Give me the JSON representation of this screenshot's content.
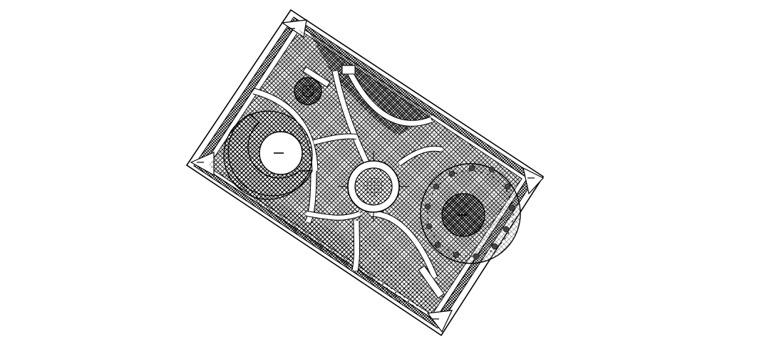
{
  "figure": {
    "description_visible_text": "",
    "colors": {
      "ink": "#000000",
      "paper": "#ffffff",
      "mid_hatch": "#444444",
      "light_hatch": "#9a9a9a"
    },
    "parts": [
      {
        "name": "outer-frame",
        "icon": "rounded-rectangle-outline"
      },
      {
        "name": "corner-brackets",
        "icon": "corner-bracket-with-dash"
      },
      {
        "name": "left-crescent-dial",
        "icon": "crescent-ring"
      },
      {
        "name": "center-hub",
        "icon": "ring-with-spokes"
      },
      {
        "name": "right-disc-dial",
        "icon": "dotted-ring-disc"
      },
      {
        "name": "top-small-knob",
        "icon": "small-cross-hatched-disc"
      },
      {
        "name": "curved-channels",
        "icon": "arc-bands"
      }
    ]
  }
}
